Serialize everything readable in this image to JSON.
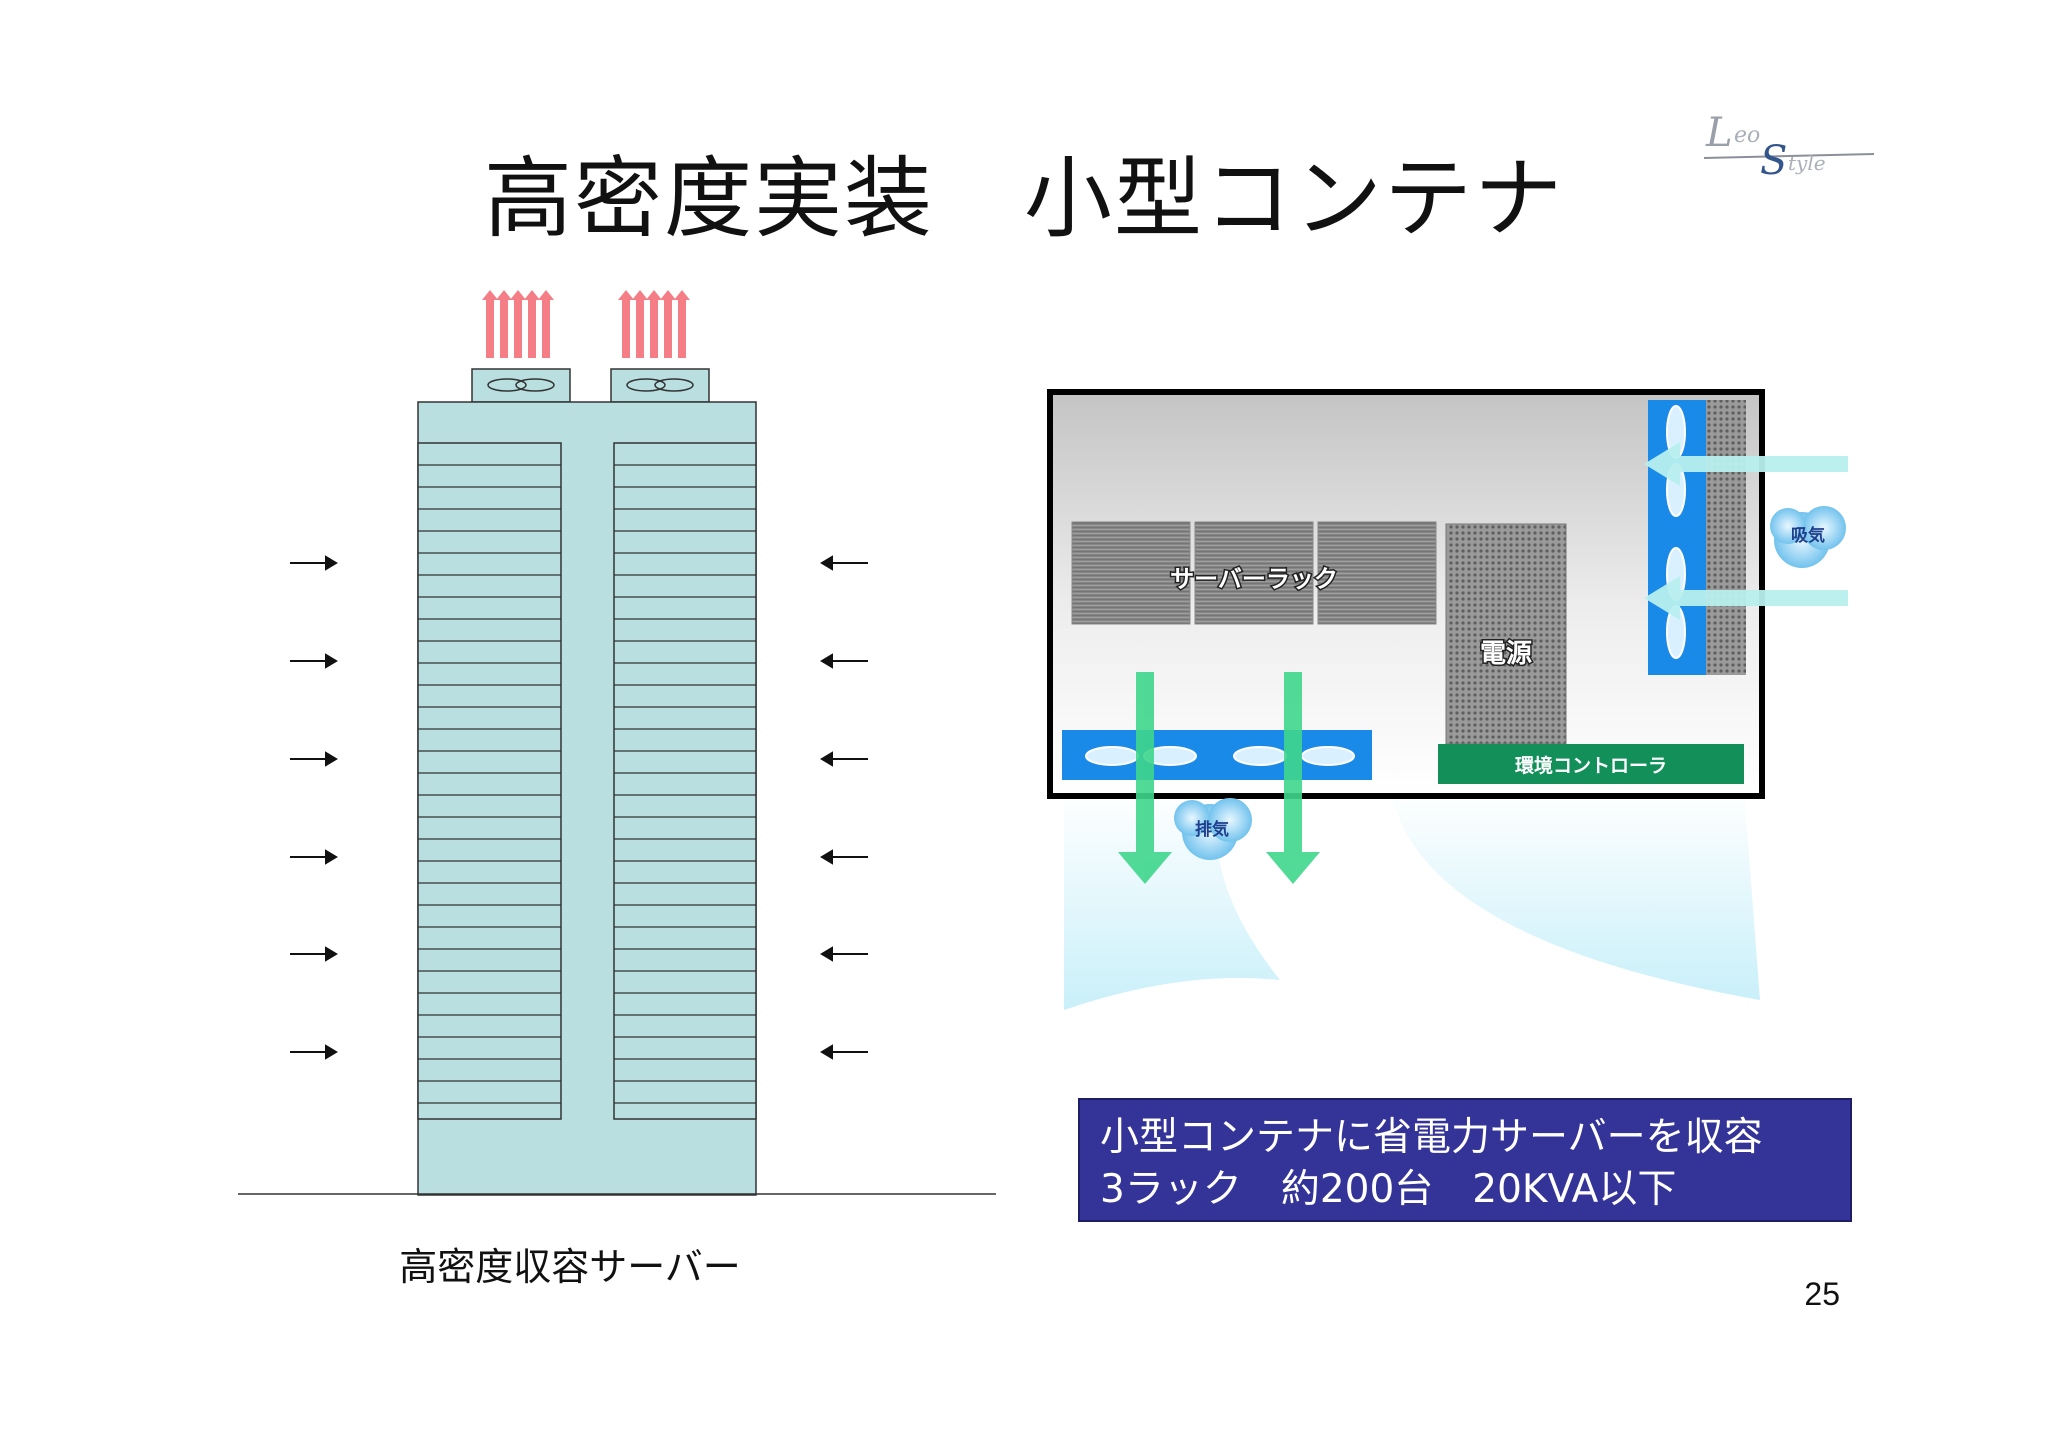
{
  "slide": {
    "title": "高密度実装　小型コンテナ",
    "page_number": "25"
  },
  "logo": {
    "text": "LeoStyle"
  },
  "server": {
    "caption": "高密度収容サーバー"
  },
  "container": {
    "rack_label": "サーバーラック",
    "power_label": "電源",
    "controller_label": "環境コントローラ",
    "intake_label": "吸気",
    "exhaust_label": "排気"
  },
  "info_box": {
    "line1": "小型コンテナに省電力サーバーを収容",
    "line2": "3ラック　約200台　20KVA以下"
  },
  "colors": {
    "server_body": "#b9dfe0",
    "heat_arrow": "#f47d86",
    "info_box_bg": "#343398",
    "fan_blue": "#1a8ae8",
    "exhaust_arrow": "#3fd68c",
    "controller_green": "#13905a",
    "airflow_light": "#c7eef8"
  },
  "icons": [
    "fan-icon",
    "heat-up-arrow-icon",
    "airflow-arrow-icon",
    "cloud-icon"
  ]
}
